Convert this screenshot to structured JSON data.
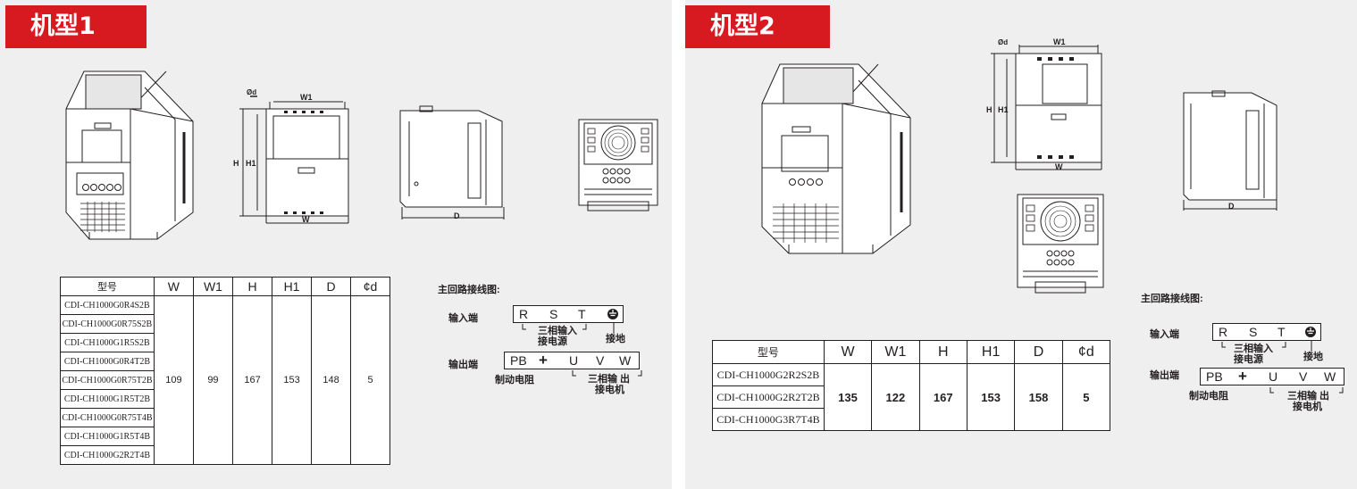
{
  "panel1": {
    "tag": "机型1",
    "dims": {
      "phi_d": "Ød",
      "w1": "W1",
      "h": "H",
      "h1": "H1",
      "w": "W",
      "d": "D"
    },
    "table": {
      "headers": [
        "型号",
        "W",
        "W1",
        "H",
        "H1",
        "D",
        "¢d"
      ],
      "models": [
        "CDI-CH1000G0R4S2B",
        "CDI-CH1000G0R75S2B",
        "CDI-CH1000G1R5S2B",
        "CDI-CH1000G0R4T2B",
        "CDI-CH1000G0R75T2B",
        "CDI-CH1000G1R5T2B",
        "CDI-CH1000G0R75T4B",
        "CDI-CH1000G1R5T4B",
        "CDI-CH1000G2R2T4B"
      ],
      "values": [
        "109",
        "99",
        "167",
        "153",
        "148",
        "5"
      ]
    },
    "wiring": {
      "title": "主回路接线图:",
      "input_label": "输入端",
      "input_terms": [
        "R",
        "S",
        "T"
      ],
      "input_note_1": "三相输入",
      "input_note_2": "接电源",
      "ground_note": "接地",
      "output_label": "输出端",
      "output_terms": [
        "PB",
        "+",
        "U",
        "V",
        "W"
      ],
      "brake_note": "制动电阻",
      "output_note_1": "三相输 出",
      "output_note_2": "接电机"
    }
  },
  "panel2": {
    "tag": "机型2",
    "dims": {
      "phi_d": "Ød",
      "w1": "W1",
      "h": "H",
      "h1": "H1",
      "w": "W",
      "d": "D"
    },
    "table": {
      "headers": [
        "型号",
        "W",
        "W1",
        "H",
        "H1",
        "D",
        "¢d"
      ],
      "models": [
        "CDI-CH1000G2R2S2B",
        "CDI-CH1000G2R2T2B",
        "CDI-CH1000G3R7T4B"
      ],
      "values": [
        "135",
        "122",
        "167",
        "153",
        "158",
        "5"
      ]
    },
    "wiring": {
      "title": "主回路接线图:",
      "input_label": "输入端",
      "input_terms": [
        "R",
        "S",
        "T"
      ],
      "input_note_1": "三相输入",
      "input_note_2": "接电源",
      "ground_note": "接地",
      "output_label": "输出端",
      "output_terms": [
        "PB",
        "+",
        "U",
        "V",
        "W"
      ],
      "brake_note": "制动电阻",
      "output_note_1": "三相输 出",
      "output_note_2": "接电机"
    }
  }
}
